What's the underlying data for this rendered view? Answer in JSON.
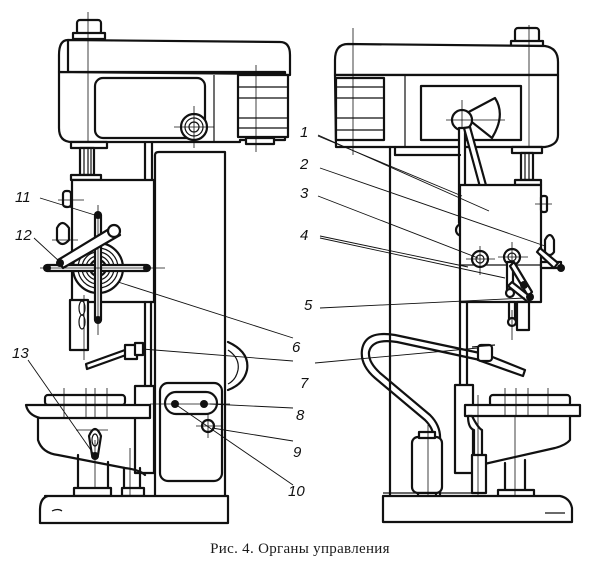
{
  "figure": {
    "caption": "Рис. 4. Органы управления",
    "views": [
      "left-view",
      "right-view"
    ],
    "callouts": [
      {
        "number": "1",
        "view": "right"
      },
      {
        "number": "2",
        "view": "right"
      },
      {
        "number": "3",
        "view": "right"
      },
      {
        "number": "4",
        "view": "right"
      },
      {
        "number": "5",
        "view": "right"
      },
      {
        "number": "6",
        "view": "left"
      },
      {
        "number": "7",
        "view": "both"
      },
      {
        "number": "8",
        "view": "left"
      },
      {
        "number": "9",
        "view": "left"
      },
      {
        "number": "10",
        "view": "left"
      },
      {
        "number": "11",
        "view": "left"
      },
      {
        "number": "12",
        "view": "left"
      },
      {
        "number": "13",
        "view": "left"
      }
    ]
  },
  "colors": {
    "ink": "#111111",
    "paper": "#ffffff"
  }
}
